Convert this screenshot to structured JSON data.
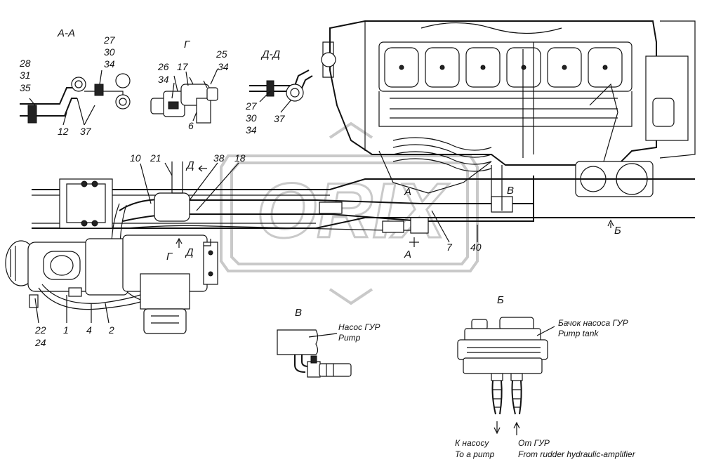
{
  "watermark": "ORIX",
  "section_labels": {
    "aa": "А-А",
    "g": "Г",
    "dd": "Д-Д",
    "v": "В",
    "b": "Б",
    "g_main": "Г",
    "d_main": "Д",
    "d_top": "Д",
    "a_top": "А",
    "a_bottom": "А",
    "v_main": "В",
    "b_arrow": "Б"
  },
  "numbers": {
    "n28": "28",
    "n31": "31",
    "n35": "35",
    "n27a": "27",
    "n30a": "30",
    "n34a": "34",
    "n12": "12",
    "n37a": "37",
    "n26": "26",
    "n17": "17",
    "n34b": "34",
    "n6": "6",
    "n25": "25",
    "n34c": "34",
    "n27b": "27",
    "n30b": "30",
    "n34d": "34",
    "n37b": "37",
    "n10": "10",
    "n21": "21",
    "n38": "38",
    "n18": "18",
    "n7": "7",
    "n40": "40",
    "n22": "22",
    "n24": "24",
    "n1": "1",
    "n4": "4",
    "n2": "2"
  },
  "callouts": {
    "pump_ru": "Насос ГУР",
    "pump_en": "Pump",
    "tank_ru": "Бачок насоса ГУР",
    "tank_en": "Pump tank",
    "to_pump_ru": "К насосу",
    "to_pump_en": "To a pump",
    "from_ru": "От ГУР",
    "from_en": "From rudder hydraulic-amplifier"
  }
}
